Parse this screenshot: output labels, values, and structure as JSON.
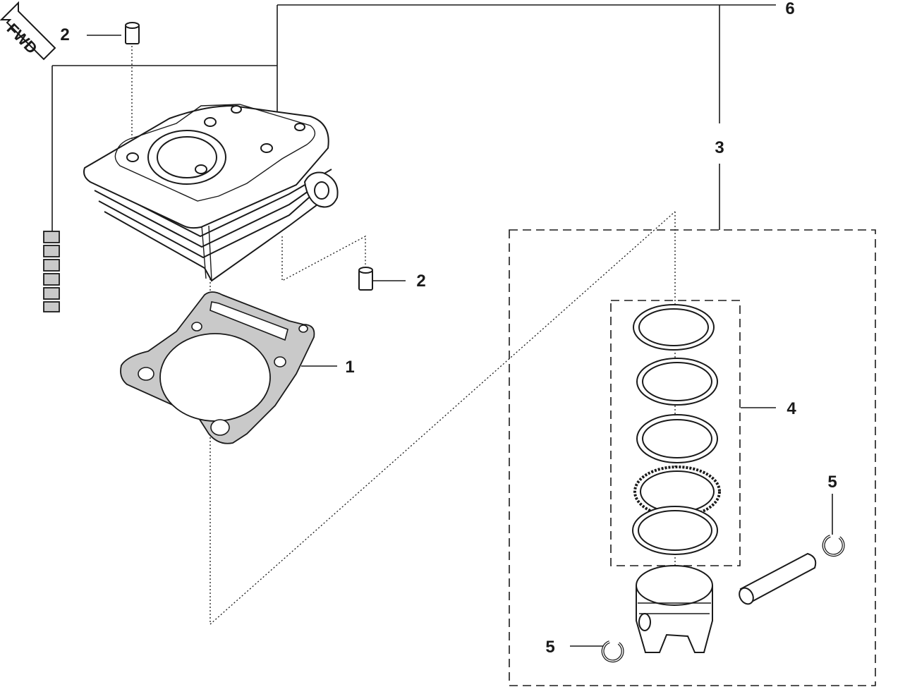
{
  "fwd_arrow": {
    "label": "FWD"
  },
  "callouts": {
    "gasket": "1",
    "dowel_pin_top": "2",
    "dowel_pin_right": "2",
    "piston_kit": "3",
    "piston_ring_set": "4",
    "piston_pin_clip_right": "5",
    "piston_pin_clip_left": "5",
    "cylinder_assembly": "6"
  }
}
